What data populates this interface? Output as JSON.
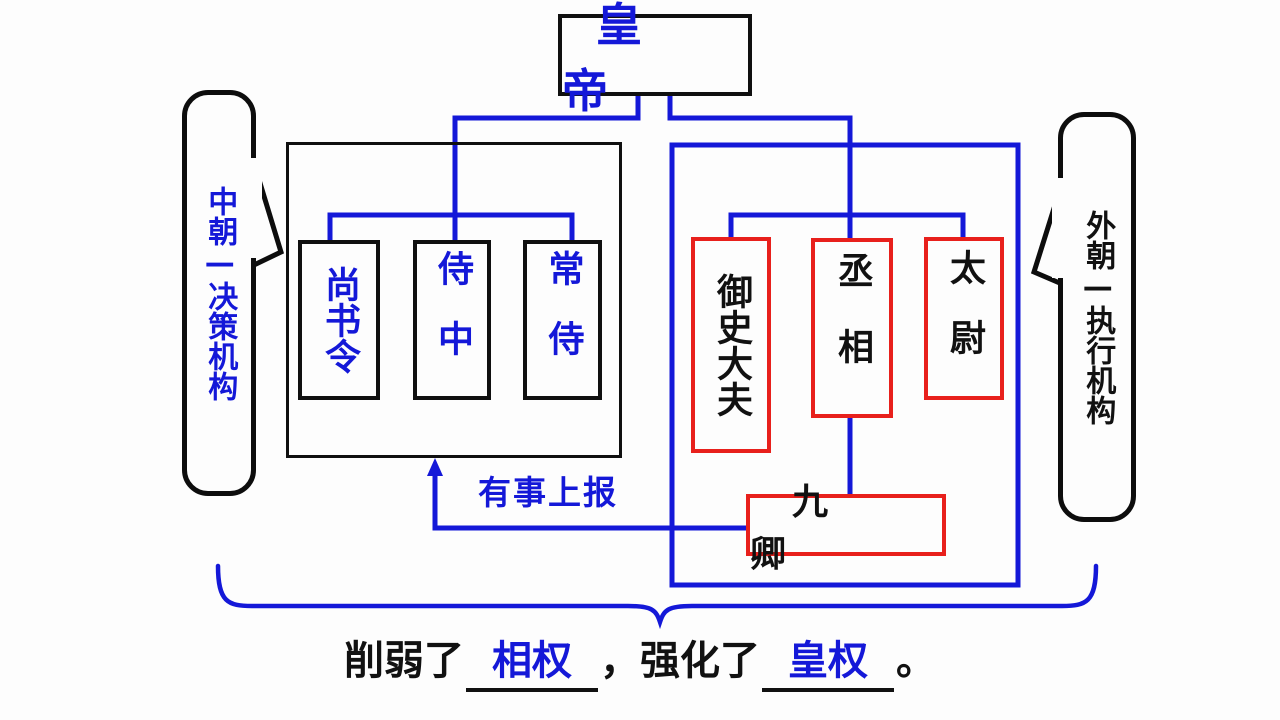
{
  "diagram": {
    "title_node": {
      "label": "皇帝"
    },
    "callouts": [
      {
        "name": "inner-court",
        "label": "中朝—决策机构",
        "color": "#1418d8"
      },
      {
        "name": "outer-court",
        "label": "外朝—执行机构",
        "color": "#111111"
      }
    ],
    "inner_court": {
      "nodes": [
        {
          "label": "尚书令"
        },
        {
          "label": "侍中"
        },
        {
          "label": "常侍"
        }
      ]
    },
    "outer_court": {
      "nodes": [
        {
          "label": "御史大夫"
        },
        {
          "label": "丞相"
        },
        {
          "label": "太尉"
        },
        {
          "label": "九卿"
        }
      ]
    },
    "annotations": [
      {
        "name": "report-upward",
        "label": "有事上报",
        "color": "#1418d8"
      }
    ],
    "conclusion": {
      "prefix": "削弱了",
      "blank1": "相权",
      "middle": "，强化了",
      "blank2": "皇权",
      "suffix": "。"
    },
    "colors": {
      "blue": "#1418d8",
      "red": "#e8201c",
      "black": "#111111",
      "background": "#fdfdfd"
    }
  }
}
